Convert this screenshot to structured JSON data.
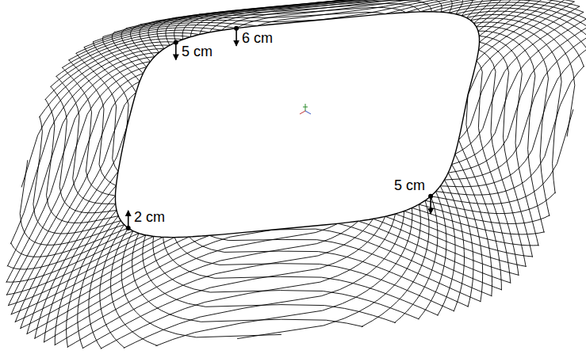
{
  "diagram": {
    "labels": [
      "6 cm",
      "5 cm",
      "2 cm",
      "5 cm"
    ]
  }
}
